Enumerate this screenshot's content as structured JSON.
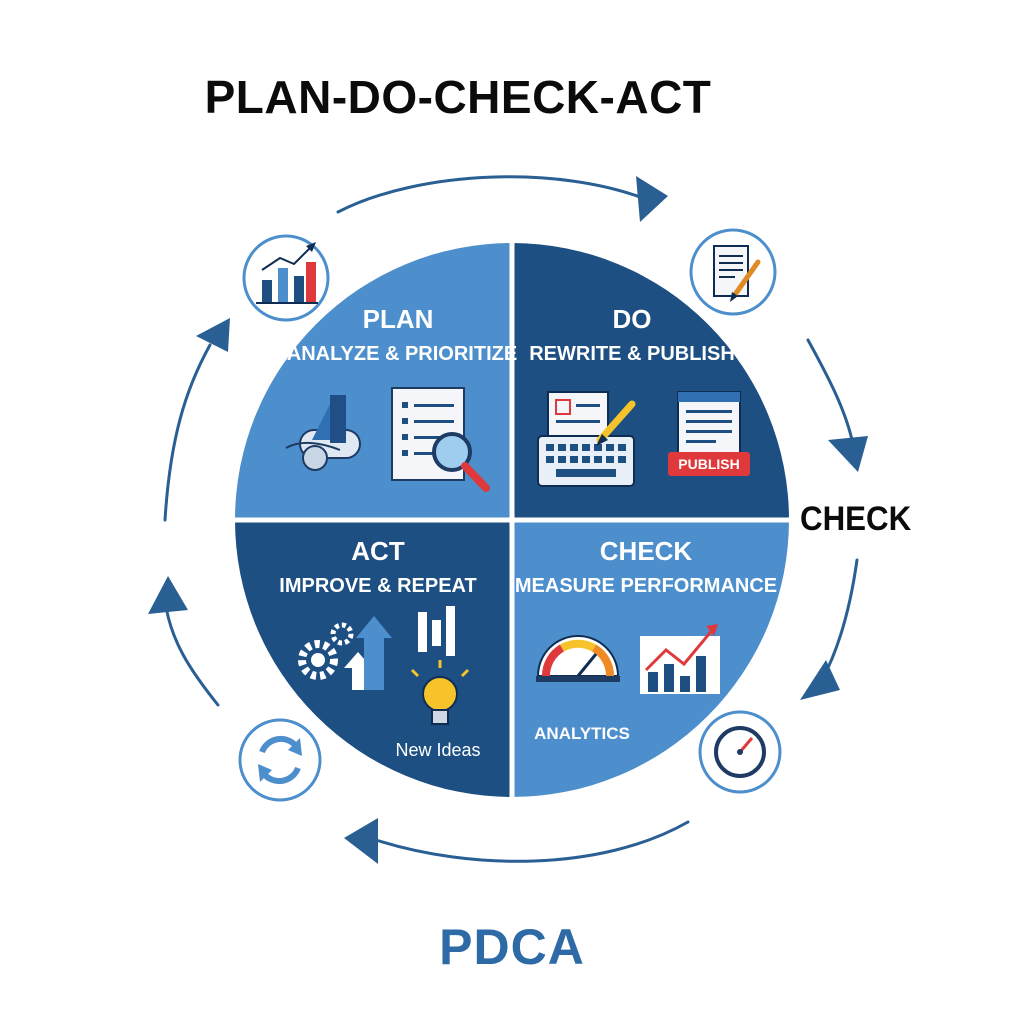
{
  "title": "PLAN-DO-CHECK-ACT",
  "footer": "PDCA",
  "side_label": "CHECK",
  "colors": {
    "light_blue": "#4d8fcc",
    "dark_blue": "#1d4f83",
    "arrow": "#2a5f93",
    "footer": "#2d6aa6",
    "red": "#e0393c",
    "yellow": "#f6c42a"
  },
  "quadrants": {
    "plan": {
      "title": "PLAN",
      "subtitle": "ANALYZE & PRIORITIZE"
    },
    "do": {
      "title": "DO",
      "subtitle": "REWRITE & PUBLISH",
      "publish_badge": "PUBLISH"
    },
    "check": {
      "title": "CHECK",
      "subtitle": "MEASURE PERFORMANCE",
      "caption": "ANALYTICS"
    },
    "act": {
      "title": "ACT",
      "subtitle": "IMPROVE & REPEAT",
      "caption": "New Ideas"
    }
  },
  "corner_icons": [
    "bar-chart-icon",
    "document-pen-icon",
    "speedometer-icon",
    "refresh-cycle-icon"
  ]
}
